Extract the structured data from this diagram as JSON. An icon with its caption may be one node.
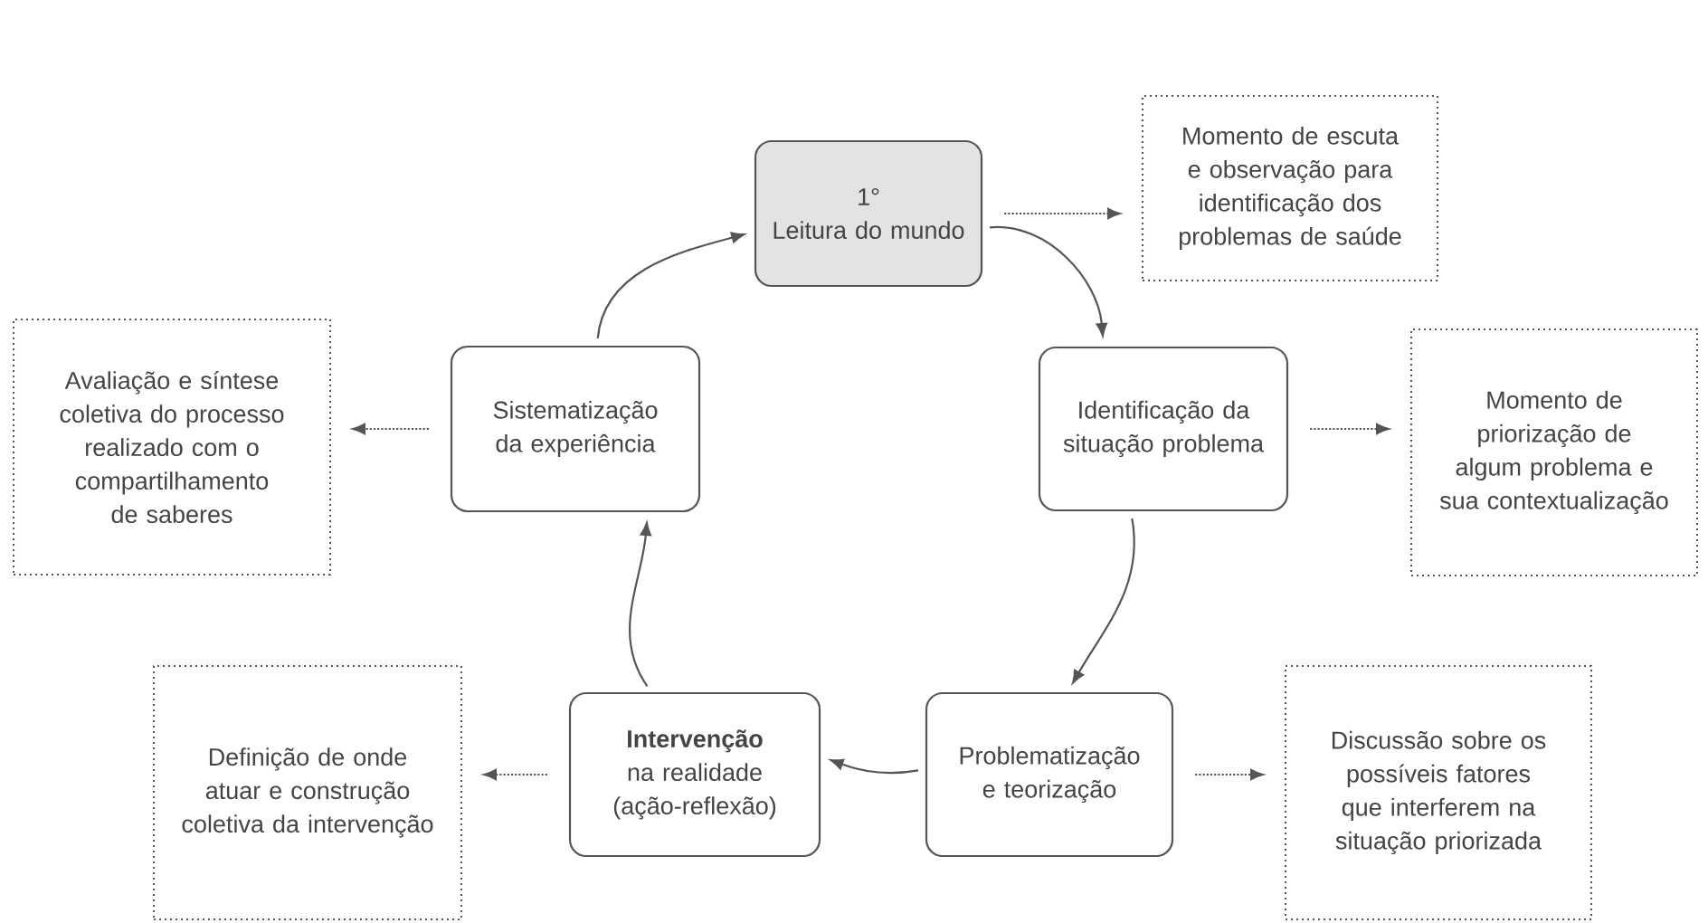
{
  "diagram": {
    "nodes": [
      {
        "text": [
          "1°",
          "Leitura do mundo"
        ]
      },
      {
        "text": [
          "Momento de escuta e observação para identificação dos problemas de saúde"
        ]
      },
      {
        "text": [
          "Sistematização da experiência"
        ]
      },
      {
        "text": [
          "Avaliação e síntese coletiva do processo realizado com o compartilhamento de saberes"
        ]
      },
      {
        "text": [
          "Identificação da situação problema"
        ]
      },
      {
        "text": [
          "Momento de priorização de algum problema e sua contextualização"
        ]
      },
      {
        "text": [
          "**Intervenção** na realidade (ação-reflexão)"
        ]
      },
      {
        "text": [
          "Definição de onde atuar e construção coletiva da intervenção"
        ]
      },
      {
        "text": [
          "Problematização e teorização"
        ]
      },
      {
        "text": [
          "Discussão sobre os possíveis fatores que interferem na situação priorizada"
        ]
      }
    ],
    "edges": [
      {
        "from": 0,
        "to": 4,
        "arrow": "to"
      },
      {
        "from": 4,
        "to": 8,
        "arrow": "to"
      },
      {
        "from": 8,
        "to": 6,
        "arrow": "to"
      },
      {
        "from": 6,
        "to": 2,
        "arrow": "to"
      },
      {
        "from": 2,
        "to": 0,
        "arrow": "to"
      },
      {
        "from": 0,
        "to": 1,
        "arrow": "to",
        "style": "dashed"
      },
      {
        "from": 4,
        "to": 5,
        "arrow": "to",
        "style": "dashed"
      },
      {
        "from": 8,
        "to": 9,
        "arrow": "to",
        "style": "dashed"
      },
      {
        "from": 6,
        "to": 7,
        "arrow": "to",
        "style": "dashed"
      },
      {
        "from": 2,
        "to": 3,
        "arrow": "to",
        "style": "dashed"
      }
    ]
  }
}
